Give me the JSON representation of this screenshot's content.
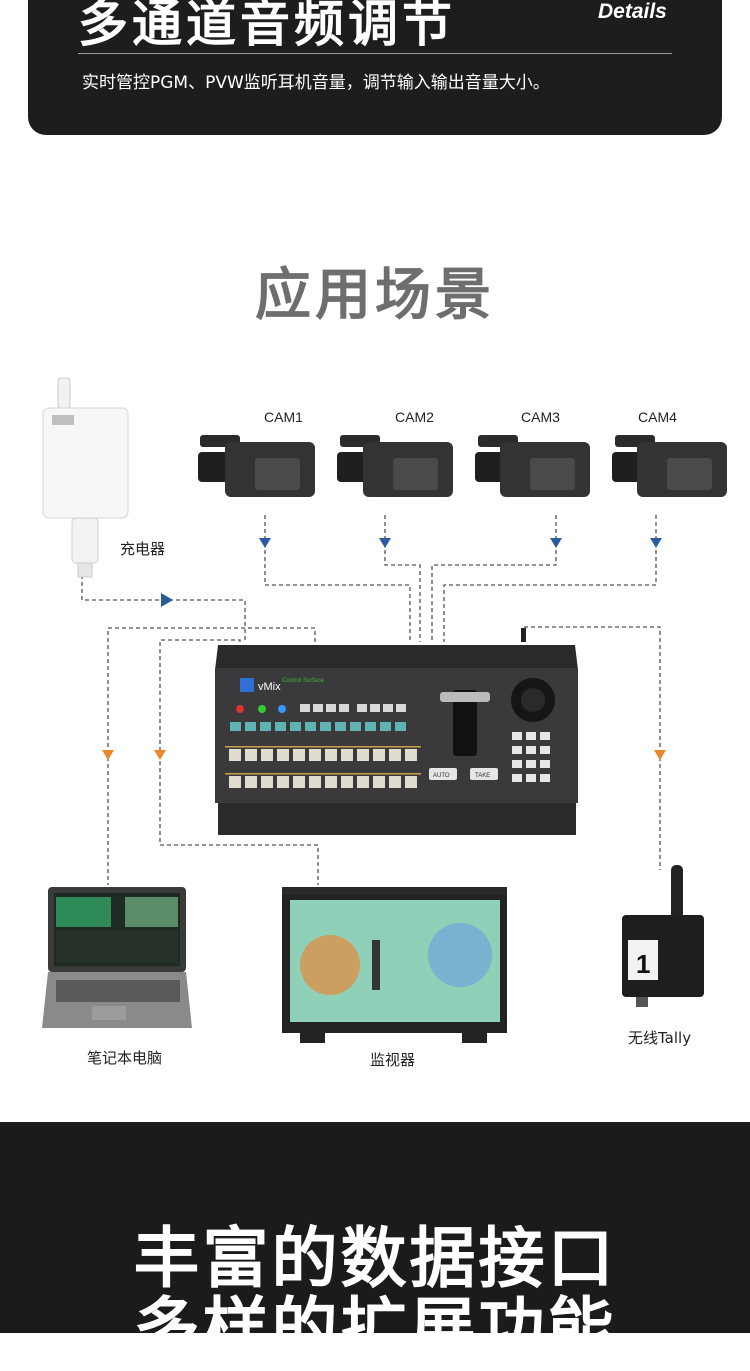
{
  "header": {
    "title": "多通道音频调节",
    "details_label": "Details",
    "description": "实时管控PGM、PVW监听耳机音量，调节输入输出音量大小。"
  },
  "scene": {
    "title": "应用场景",
    "charger_label": "充电器",
    "cameras": [
      "CAM1",
      "CAM2",
      "CAM3",
      "CAM4"
    ],
    "panel_brand": "vMix",
    "panel_subtitle": "Control Surface",
    "laptop_label": "笔记本电脑",
    "monitor_label": "监视器",
    "tally_label": "无线Tally",
    "tally_number": "1",
    "auto_label": "AUTO",
    "take_label": "TAKE"
  },
  "footer": {
    "line1": "丰富的数据接口",
    "line2": "多样的扩展功能"
  },
  "colors": {
    "dark": "#1d1d1f",
    "arrow_blue": "#2c5aa0",
    "arrow_orange": "#e8882a",
    "title_gray": "#6e6e6e"
  }
}
